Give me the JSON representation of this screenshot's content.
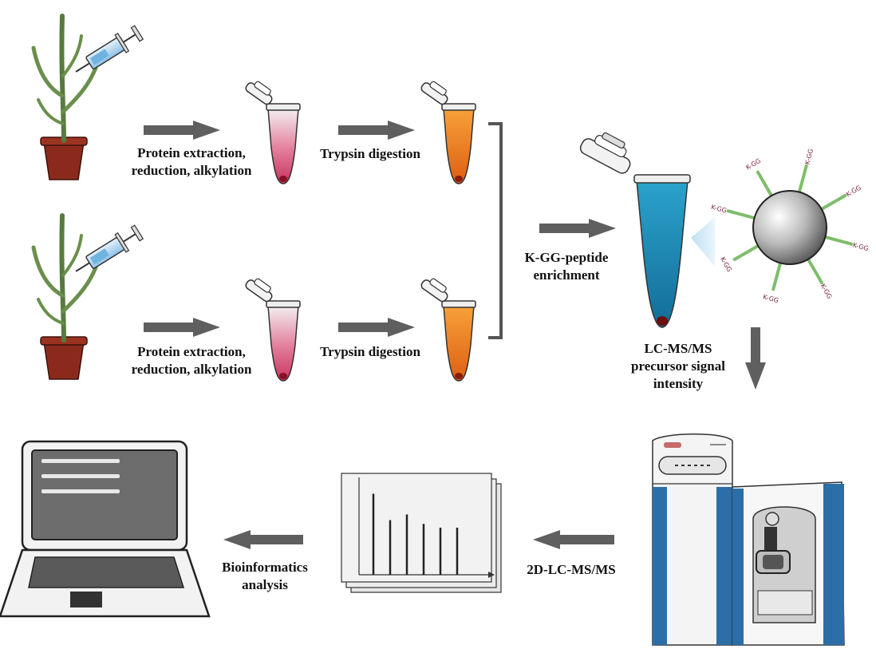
{
  "steps": {
    "extraction_top": {
      "line1": "Protein extraction,",
      "line2": "reduction, alkylation"
    },
    "digestion_top": "Trypsin digestion",
    "extraction_bottom": {
      "line1": "Protein extraction,",
      "line2": "reduction, alkylation"
    },
    "digestion_bottom": "Trypsin digestion",
    "enrichment": {
      "line1": "K-GG-peptide",
      "line2": "enrichment"
    },
    "lcms": {
      "line1": "LC-MS/MS",
      "line2": "precursor signal",
      "line3": "intensity"
    },
    "twod_lcms": "2D-LC-MS/MS",
    "bioinformatics": {
      "line1": "Bioinformatics",
      "line2": "analysis"
    }
  },
  "bead_tags": [
    "K-GG",
    "K-GG",
    "K-GG",
    "K-GG",
    "K-GG",
    "K-GG",
    "K-GG",
    "K-GG"
  ],
  "colors": {
    "arrow": "#5f5f5f",
    "pot": "#8b2a1c",
    "plant": "#6a8f4c",
    "tube_pink": "#c9345f",
    "tube_orange": "#e8741a",
    "tube_blue": "#1c8ab3",
    "instrument_blue": "#2c6ea8",
    "laptop_screen": "#6d6d6d"
  },
  "spectrum_peaks": [
    0.86,
    0.58,
    0.64,
    0.54,
    0.5,
    0.5
  ]
}
